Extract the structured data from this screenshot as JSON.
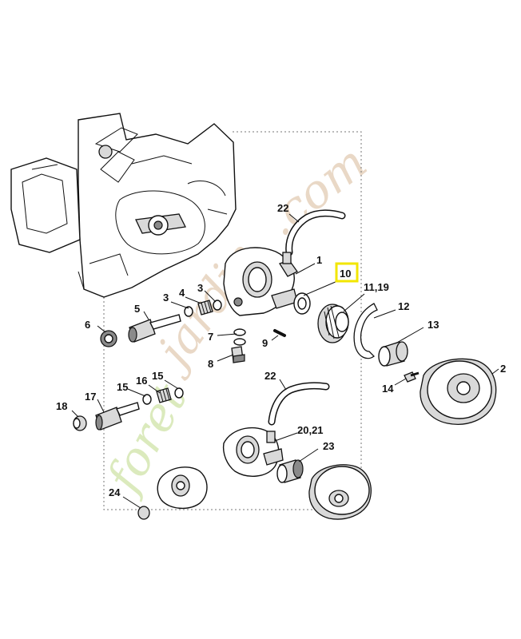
{
  "watermark": {
    "part1": "foret",
    "part2": "jardin",
    "part3": ".com"
  },
  "highlight_color": "#f2e600",
  "labels": {
    "l1": "1",
    "l2": "2",
    "l3a": "3",
    "l3b": "3",
    "l4": "4",
    "l5": "5",
    "l6": "6",
    "l7": "7",
    "l8": "8",
    "l9": "9",
    "l10": "10",
    "l11_19": "11,19",
    "l12": "12",
    "l13": "13",
    "l14": "14",
    "l15a": "15",
    "l15b": "15",
    "l16": "16",
    "l17": "17",
    "l18": "18",
    "l20_21": "20,21",
    "l22a": "22",
    "l22b": "22",
    "l23": "23",
    "l24": "24"
  }
}
